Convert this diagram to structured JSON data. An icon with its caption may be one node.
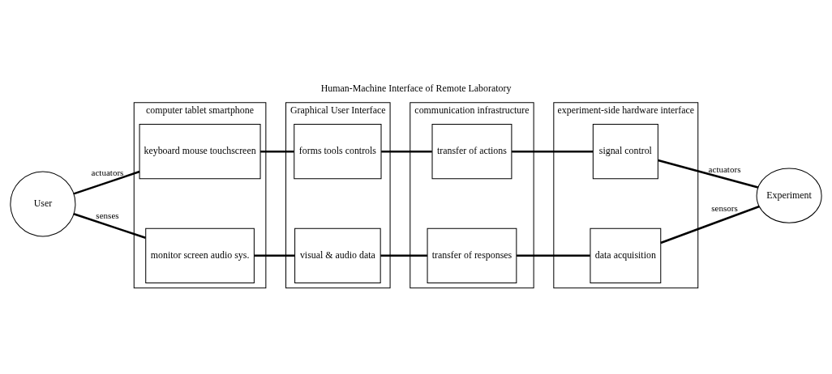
{
  "diagram": {
    "title": "Human-Machine Interface of Remote Laboratory",
    "nodes": [
      {
        "text": [
          "User"
        ]
      },
      {
        "text": [
          "computer tablet smartphone"
        ]
      },
      {
        "text": [
          "keyboard mouse touchscreen"
        ],
        "in": 1
      },
      {
        "text": [
          "monitor screen audio sys."
        ],
        "in": 1
      },
      {
        "text": [
          "Graphical User Interface"
        ]
      },
      {
        "text": [
          "forms tools controls"
        ],
        "in": 4
      },
      {
        "text": [
          "visual & audio data"
        ],
        "in": 4
      },
      {
        "text": [
          "communication infrastructure"
        ]
      },
      {
        "text": [
          "transfer of actions"
        ],
        "in": 7
      },
      {
        "text": [
          "transfer of responses"
        ],
        "in": 7
      },
      {
        "text": [
          "experiment-side hardware interface"
        ]
      },
      {
        "text": [
          "signal control"
        ],
        "in": 10
      },
      {
        "text": [
          "data acquisition"
        ],
        "in": 10
      },
      {
        "text": [
          "Experiment"
        ]
      }
    ],
    "edges": [
      {
        "from": 0,
        "to": 2,
        "arrow": "none",
        "label": "actuators"
      },
      {
        "from": 0,
        "to": 3,
        "arrow": "none",
        "label": "senses"
      },
      {
        "from": 2,
        "to": 5,
        "arrow": "none"
      },
      {
        "from": 3,
        "to": 6,
        "arrow": "none"
      },
      {
        "from": 5,
        "to": 8,
        "arrow": "none"
      },
      {
        "from": 6,
        "to": 9,
        "arrow": "none"
      },
      {
        "from": 8,
        "to": 11,
        "arrow": "none"
      },
      {
        "from": 9,
        "to": 12,
        "arrow": "none"
      },
      {
        "from": 11,
        "to": 13,
        "arrow": "none",
        "label": "actuators"
      },
      {
        "from": 12,
        "to": 13,
        "arrow": "none",
        "label": "sensors"
      }
    ]
  }
}
